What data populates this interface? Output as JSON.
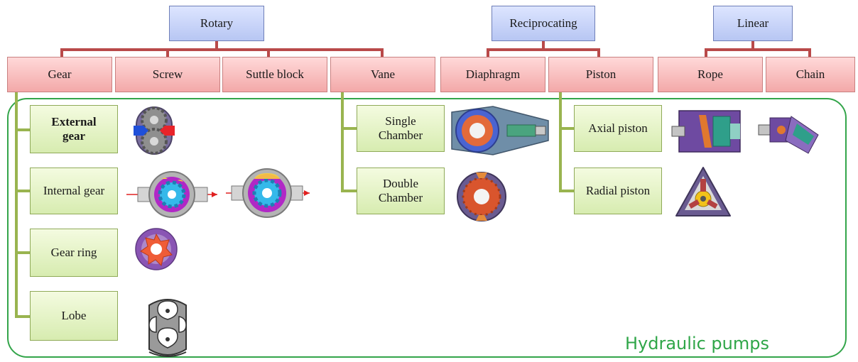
{
  "categories": {
    "rotary": "Rotary",
    "reciprocating": "Reciprocating",
    "linear": "Linear"
  },
  "types": {
    "gear": "Gear",
    "screw": "Screw",
    "suttle_block": "Suttle block",
    "vane": "Vane",
    "diaphragm": "Diaphragm",
    "piston": "Piston",
    "rope": "Rope",
    "chain": "Chain"
  },
  "subtypes": {
    "external_gear": "External gear",
    "internal_gear": "Internal gear",
    "gear_ring": "Gear ring",
    "lobe": "Lobe",
    "single_chamber": "Single Chamber",
    "double_chamber": "Double Chamber",
    "axial_piston": "Axial piston",
    "radial_piston": "Radial piston"
  },
  "caption": "Hydraulic pumps",
  "colors": {
    "category_fill": "#c9d4fa",
    "type_fill": "#f7bcbc",
    "subtype_fill": "#e3f2c2",
    "connector_red": "#b94a4a",
    "connector_green": "#99b44f",
    "frame": "#33a54a"
  }
}
